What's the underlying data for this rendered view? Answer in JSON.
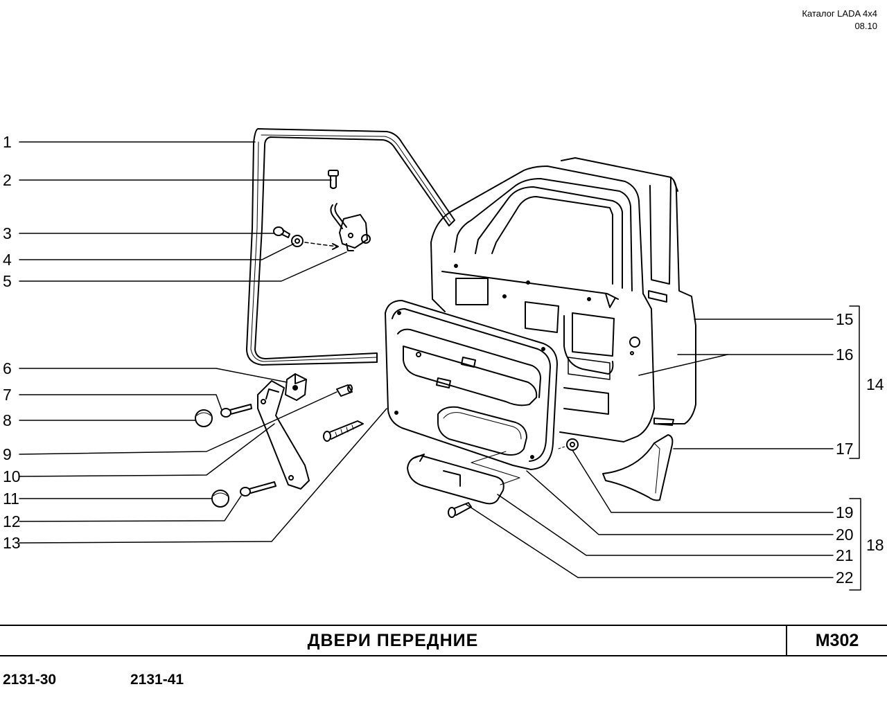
{
  "header": {
    "catalog": "Каталог  LADA  4x4",
    "date": "08.10"
  },
  "callouts": [
    {
      "num": "1"
    },
    {
      "num": "2"
    },
    {
      "num": "3"
    },
    {
      "num": "4"
    },
    {
      "num": "5"
    },
    {
      "num": "6"
    },
    {
      "num": "7"
    },
    {
      "num": "8"
    },
    {
      "num": "9"
    },
    {
      "num": "10"
    },
    {
      "num": "11"
    },
    {
      "num": "12"
    },
    {
      "num": "13"
    },
    {
      "num": "14"
    },
    {
      "num": "15"
    },
    {
      "num": "16"
    },
    {
      "num": "17"
    },
    {
      "num": "18"
    },
    {
      "num": "19"
    },
    {
      "num": "20"
    },
    {
      "num": "21"
    },
    {
      "num": "22"
    }
  ],
  "footer": {
    "title": "ДВЕРИ   ПЕРЕДНИЕ",
    "code": "M302"
  },
  "models": [
    "2131-30",
    "2131-41"
  ]
}
